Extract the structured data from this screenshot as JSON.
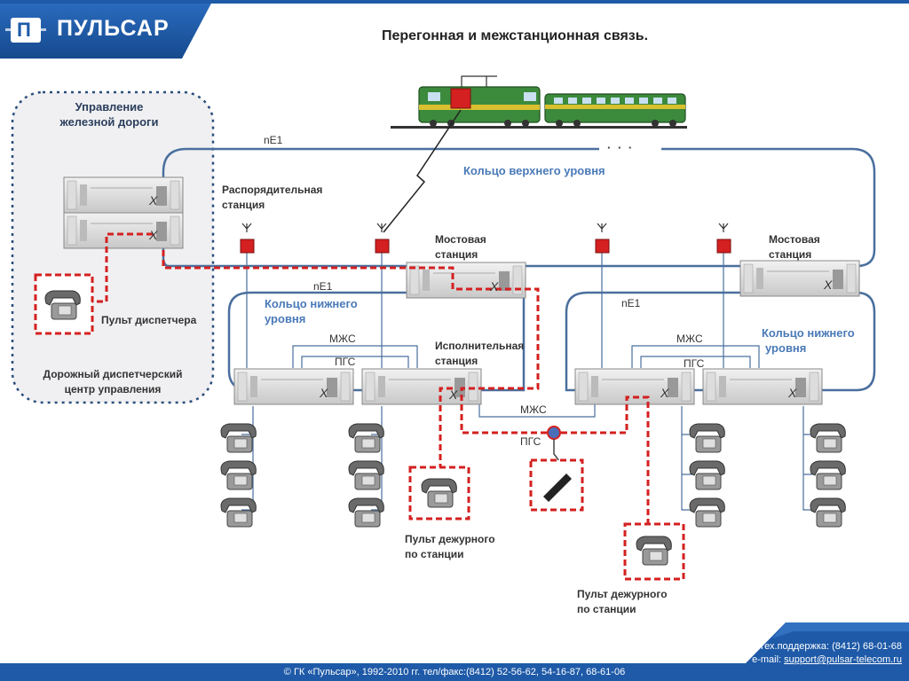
{
  "header": {
    "logo_letter": "П",
    "logo_text": "ПУЛЬСАР",
    "title": "Перегонная и межстанционная связь."
  },
  "labels": {
    "railway_mgmt_line1": "Управление",
    "railway_mgmt_line2": "железной дороги",
    "dispatcher_center_line1": "Дорожный диспетчерский",
    "dispatcher_center_line2": "центр управления",
    "dispatcher_console": "Пульт диспетчера",
    "ne1_top": "nE1",
    "ne1_left": "nE1",
    "ne1_right": "nE1",
    "dots": "· · ·",
    "upper_ring": "Кольцо верхнего уровня",
    "lower_ring_left_line1": "Кольцо нижнего",
    "lower_ring_left_line2": "уровня",
    "lower_ring_right_line1": "Кольцо нижнего",
    "lower_ring_right_line2": "уровня",
    "control_station_line1": "Распорядительная",
    "control_station_line2": "станция",
    "bridge_station_mid_line1": "Мостовая",
    "bridge_station_mid_line2": "станция",
    "bridge_station_right_line1": "Мостовая",
    "bridge_station_right_line2": "станция",
    "exec_station_line1": "Исполнительная",
    "exec_station_line2": "станция",
    "mzhs_left": "МЖС",
    "pgs_left": "ПГС",
    "mzhs_center": "МЖС",
    "pgs_center": "ПГС",
    "mzhs_right": "МЖС",
    "pgs_right": "ПГС",
    "duty_console_1_line1": "Пульт дежурного",
    "duty_console_1_line2": "по станции",
    "duty_console_2_line1": "Пульт дежурного",
    "duty_console_2_line2": "по станции",
    "x_mark": "X"
  },
  "footer": {
    "support_phone": "Тех.поддержка: (8412) 68-01-68",
    "support_email_prefix": "e-mail: ",
    "support_email": "support@pulsar-telecom.ru",
    "copyright": "© ГК «Пульсар», 1992-2010 гг. тел/факс:(8412) 52-56-62, 54-16-87, 68-61-06"
  },
  "colors": {
    "brand_blue": "#1e5aa8",
    "ring_line": "#4a6f9e",
    "dispatch_red": "#d42020",
    "label_blue": "#4a7ab8"
  }
}
